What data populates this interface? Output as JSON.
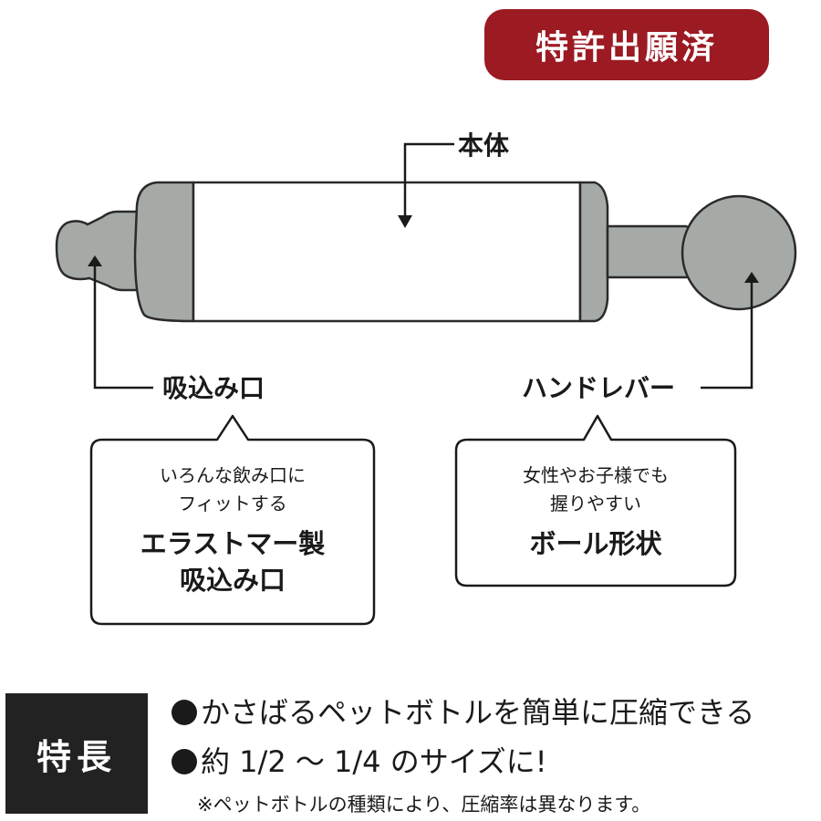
{
  "badge": {
    "text": "特許出願済",
    "color": "#9c1a22"
  },
  "diagram": {
    "body_label": "本体",
    "inlet_label": "吸込み口",
    "lever_label": "ハンドレバー"
  },
  "callouts": {
    "left": {
      "line1": "いろんな飲み口に",
      "line2": "フィットする",
      "bold1": "エラストマー製",
      "bold2": "吸込み口"
    },
    "right": {
      "line1": "女性やお子様でも",
      "line2": "握りやすい",
      "bold1": "ボール形状"
    }
  },
  "features": {
    "title": "特長",
    "items": [
      "かさばるペットボトルを簡単に圧縮できる",
      "約 1/2 〜 1/4 のサイズに!"
    ],
    "note": "※ペットボトルの種類により、圧縮率は異なります。"
  },
  "colors": {
    "part_fill": "#a6aaa7",
    "outline": "#2a2a2a"
  }
}
